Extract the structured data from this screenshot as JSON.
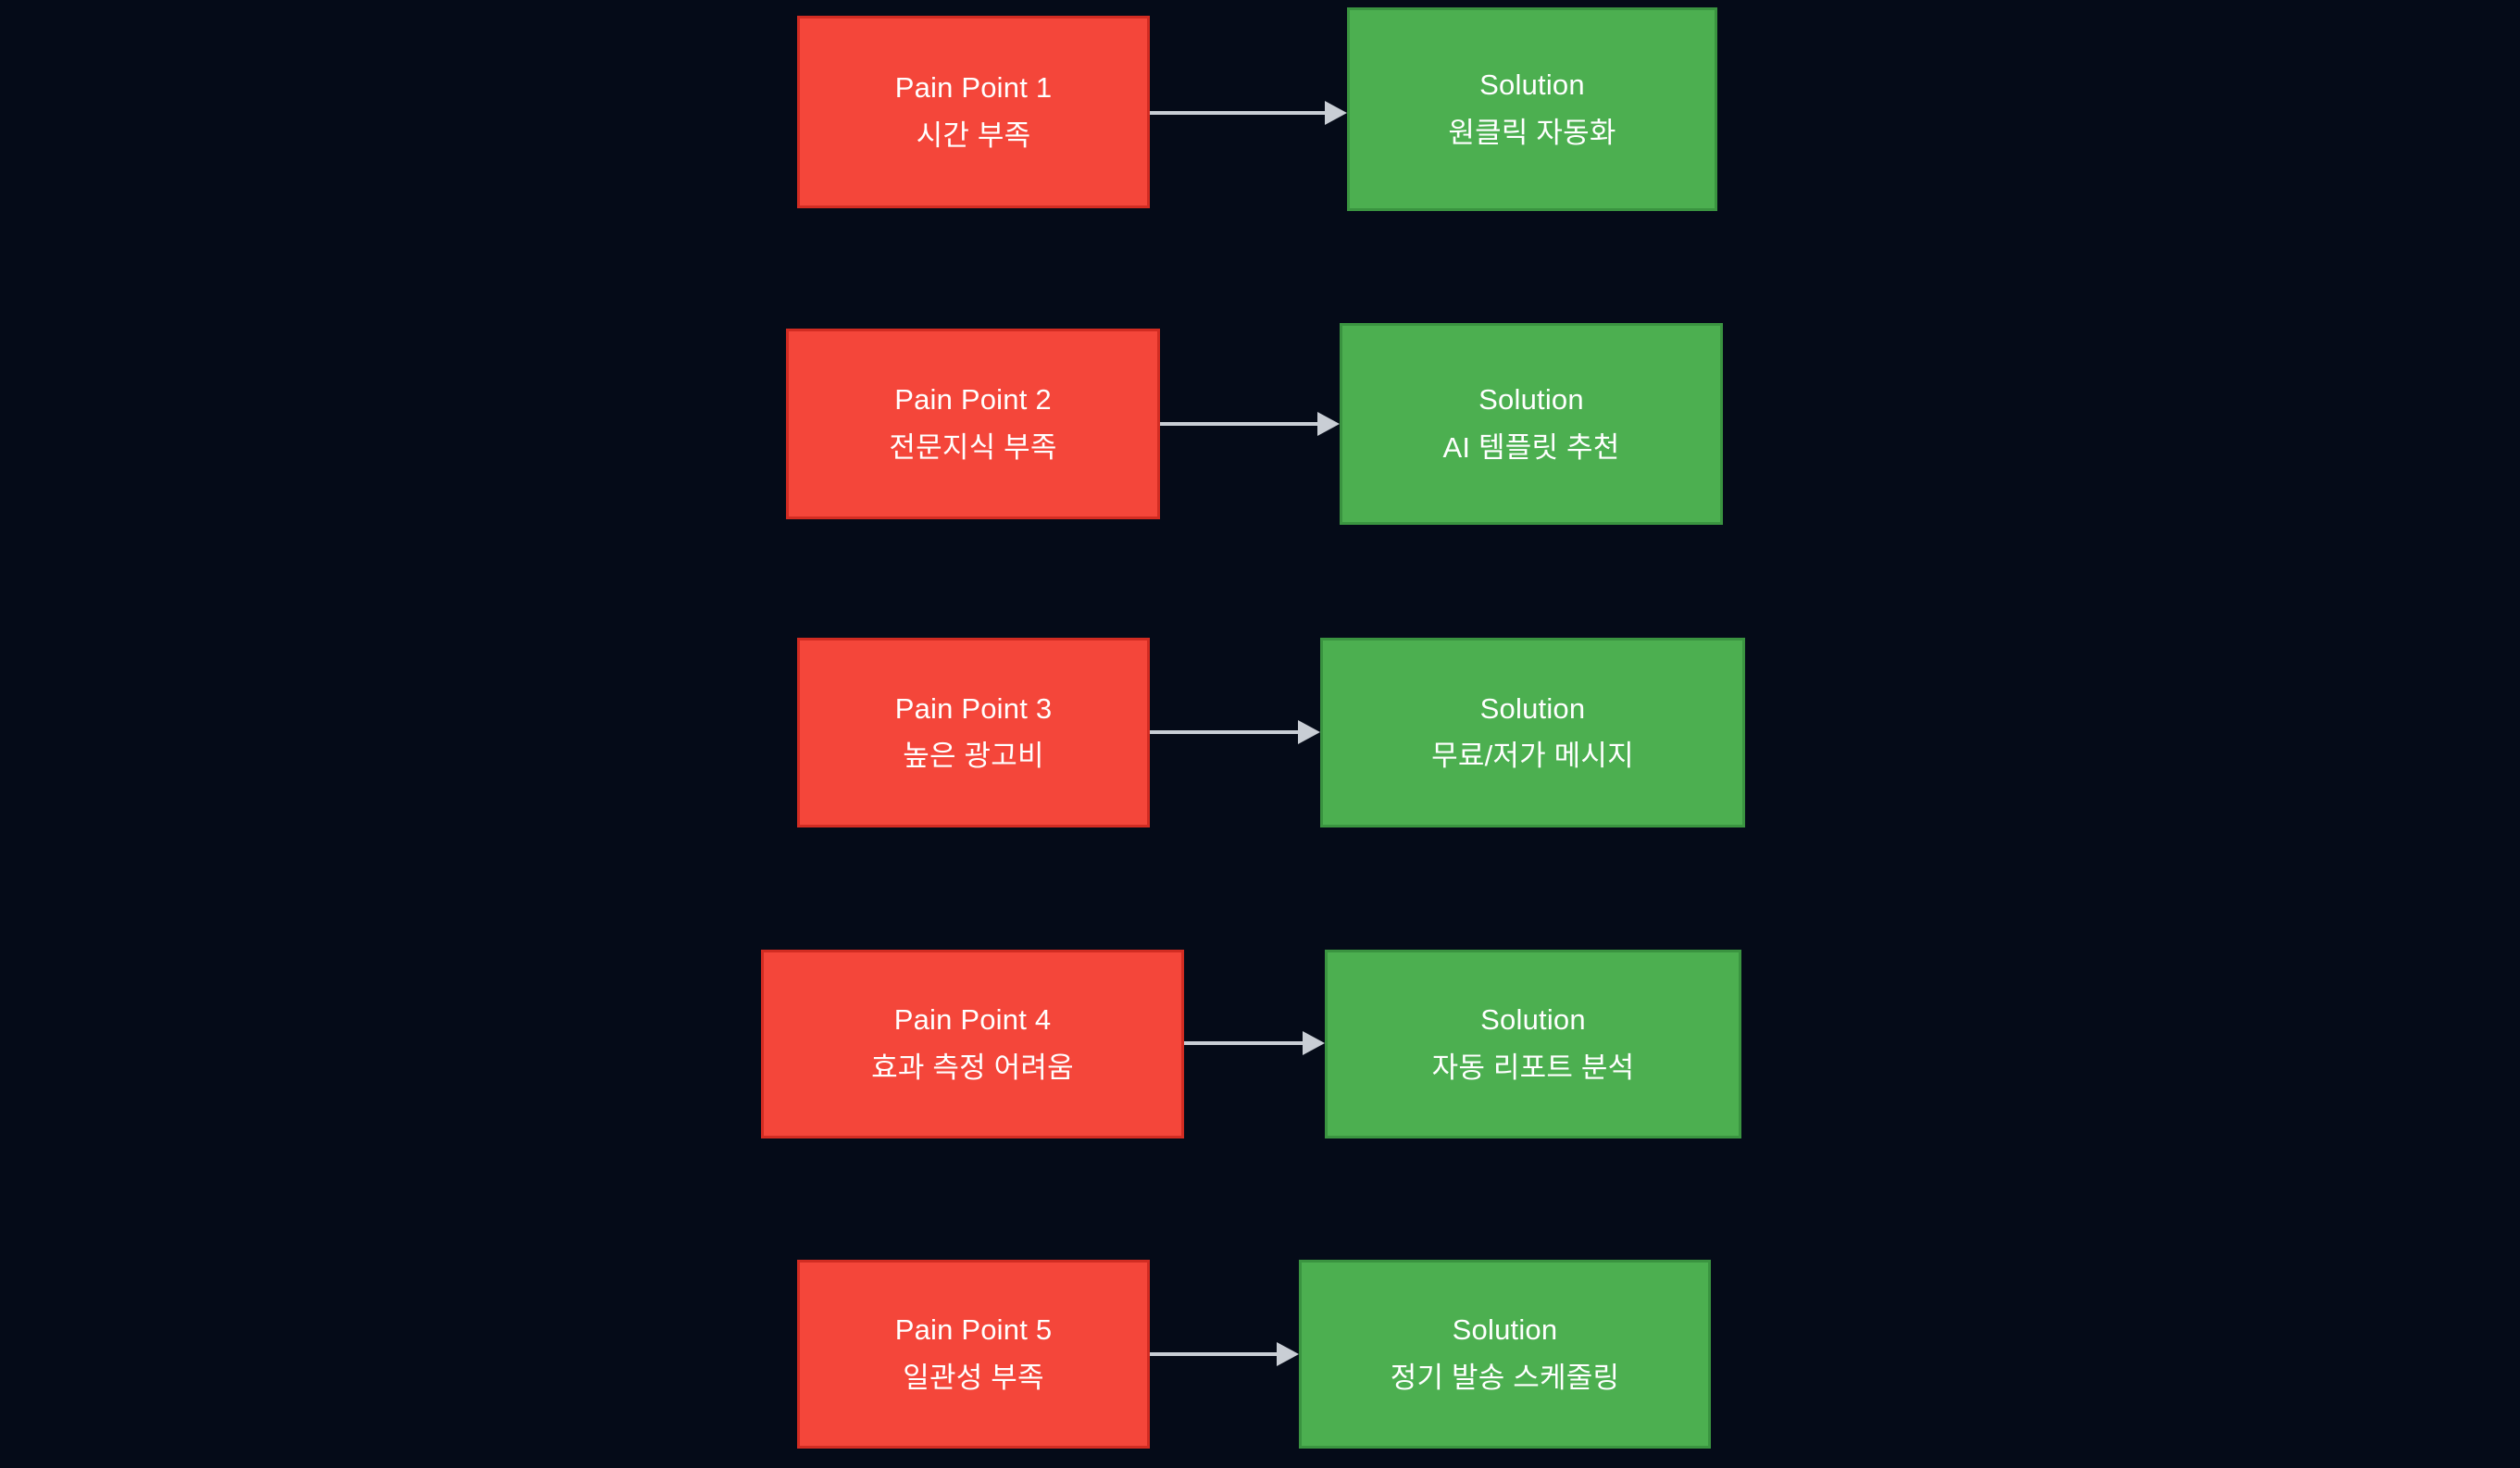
{
  "theme": {
    "background": "#050b18",
    "pain_fill": "#f4463a",
    "pain_border": "#d22c22",
    "solution_fill": "#4caf50",
    "solution_border": "#3a9440",
    "arrow_color": "#c9ced5",
    "text_color": "#ffffff"
  },
  "diagram": {
    "type": "flowchart",
    "direction": "left-to-right",
    "rows": [
      {
        "pain": {
          "title": "Pain Point 1",
          "detail": "시간 부족"
        },
        "solution": {
          "title": "Solution",
          "detail": "원클릭 자동화"
        },
        "edge": {
          "label": ""
        }
      },
      {
        "pain": {
          "title": "Pain Point 2",
          "detail": "전문지식 부족"
        },
        "solution": {
          "title": "Solution",
          "detail": "AI 템플릿 추천"
        },
        "edge": {
          "label": ""
        }
      },
      {
        "pain": {
          "title": "Pain Point 3",
          "detail": "높은 광고비"
        },
        "solution": {
          "title": "Solution",
          "detail": "무료/저가 메시지"
        },
        "edge": {
          "label": ""
        }
      },
      {
        "pain": {
          "title": "Pain Point 4",
          "detail": "효과 측정 어려움"
        },
        "solution": {
          "title": "Solution",
          "detail": "자동 리포트 분석"
        },
        "edge": {
          "label": ""
        }
      },
      {
        "pain": {
          "title": "Pain Point 5",
          "detail": "일관성 부족"
        },
        "solution": {
          "title": "Solution",
          "detail": "정기 발송 스케줄링"
        },
        "edge": {
          "label": ""
        }
      }
    ]
  }
}
